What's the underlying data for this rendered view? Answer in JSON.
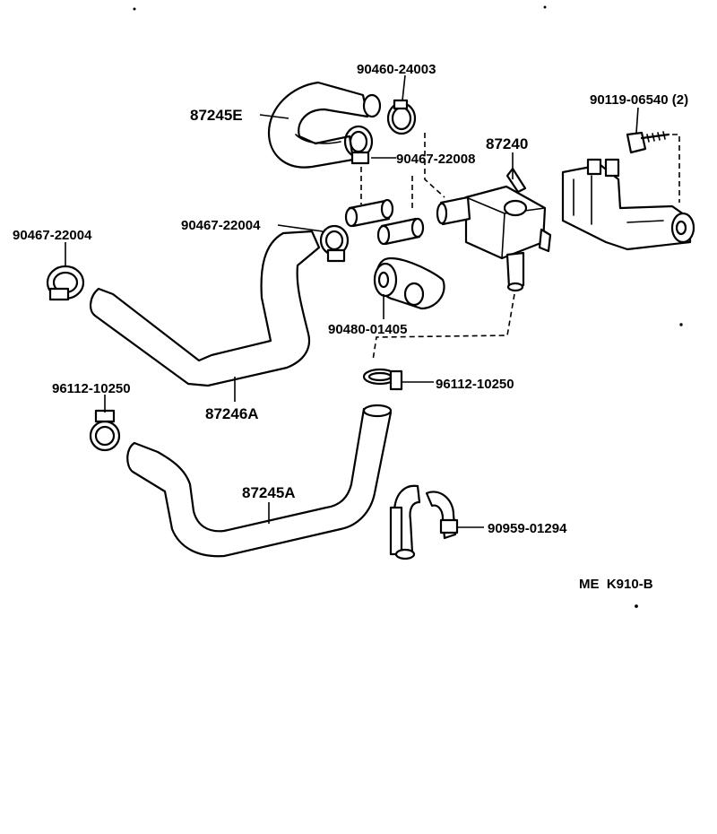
{
  "diagram": {
    "parts": {
      "hose_upper_e": "87245E",
      "clamp_top": "90460-24003",
      "clamp_upper": "90467-22008",
      "bolt": "90119-06540 (2)",
      "valve": "87240",
      "clamp_left": "90467-22004",
      "clamp_mid": "90467-22004",
      "grommet": "90480-01405",
      "hose_mid_a": "87246A",
      "clamp_lower_left": "96112-10250",
      "clamp_lower_mid": "96112-10250",
      "hose_lower_a": "87245A",
      "hose_clip": "90959-01294"
    },
    "figure_code": "ME  K910-B"
  }
}
